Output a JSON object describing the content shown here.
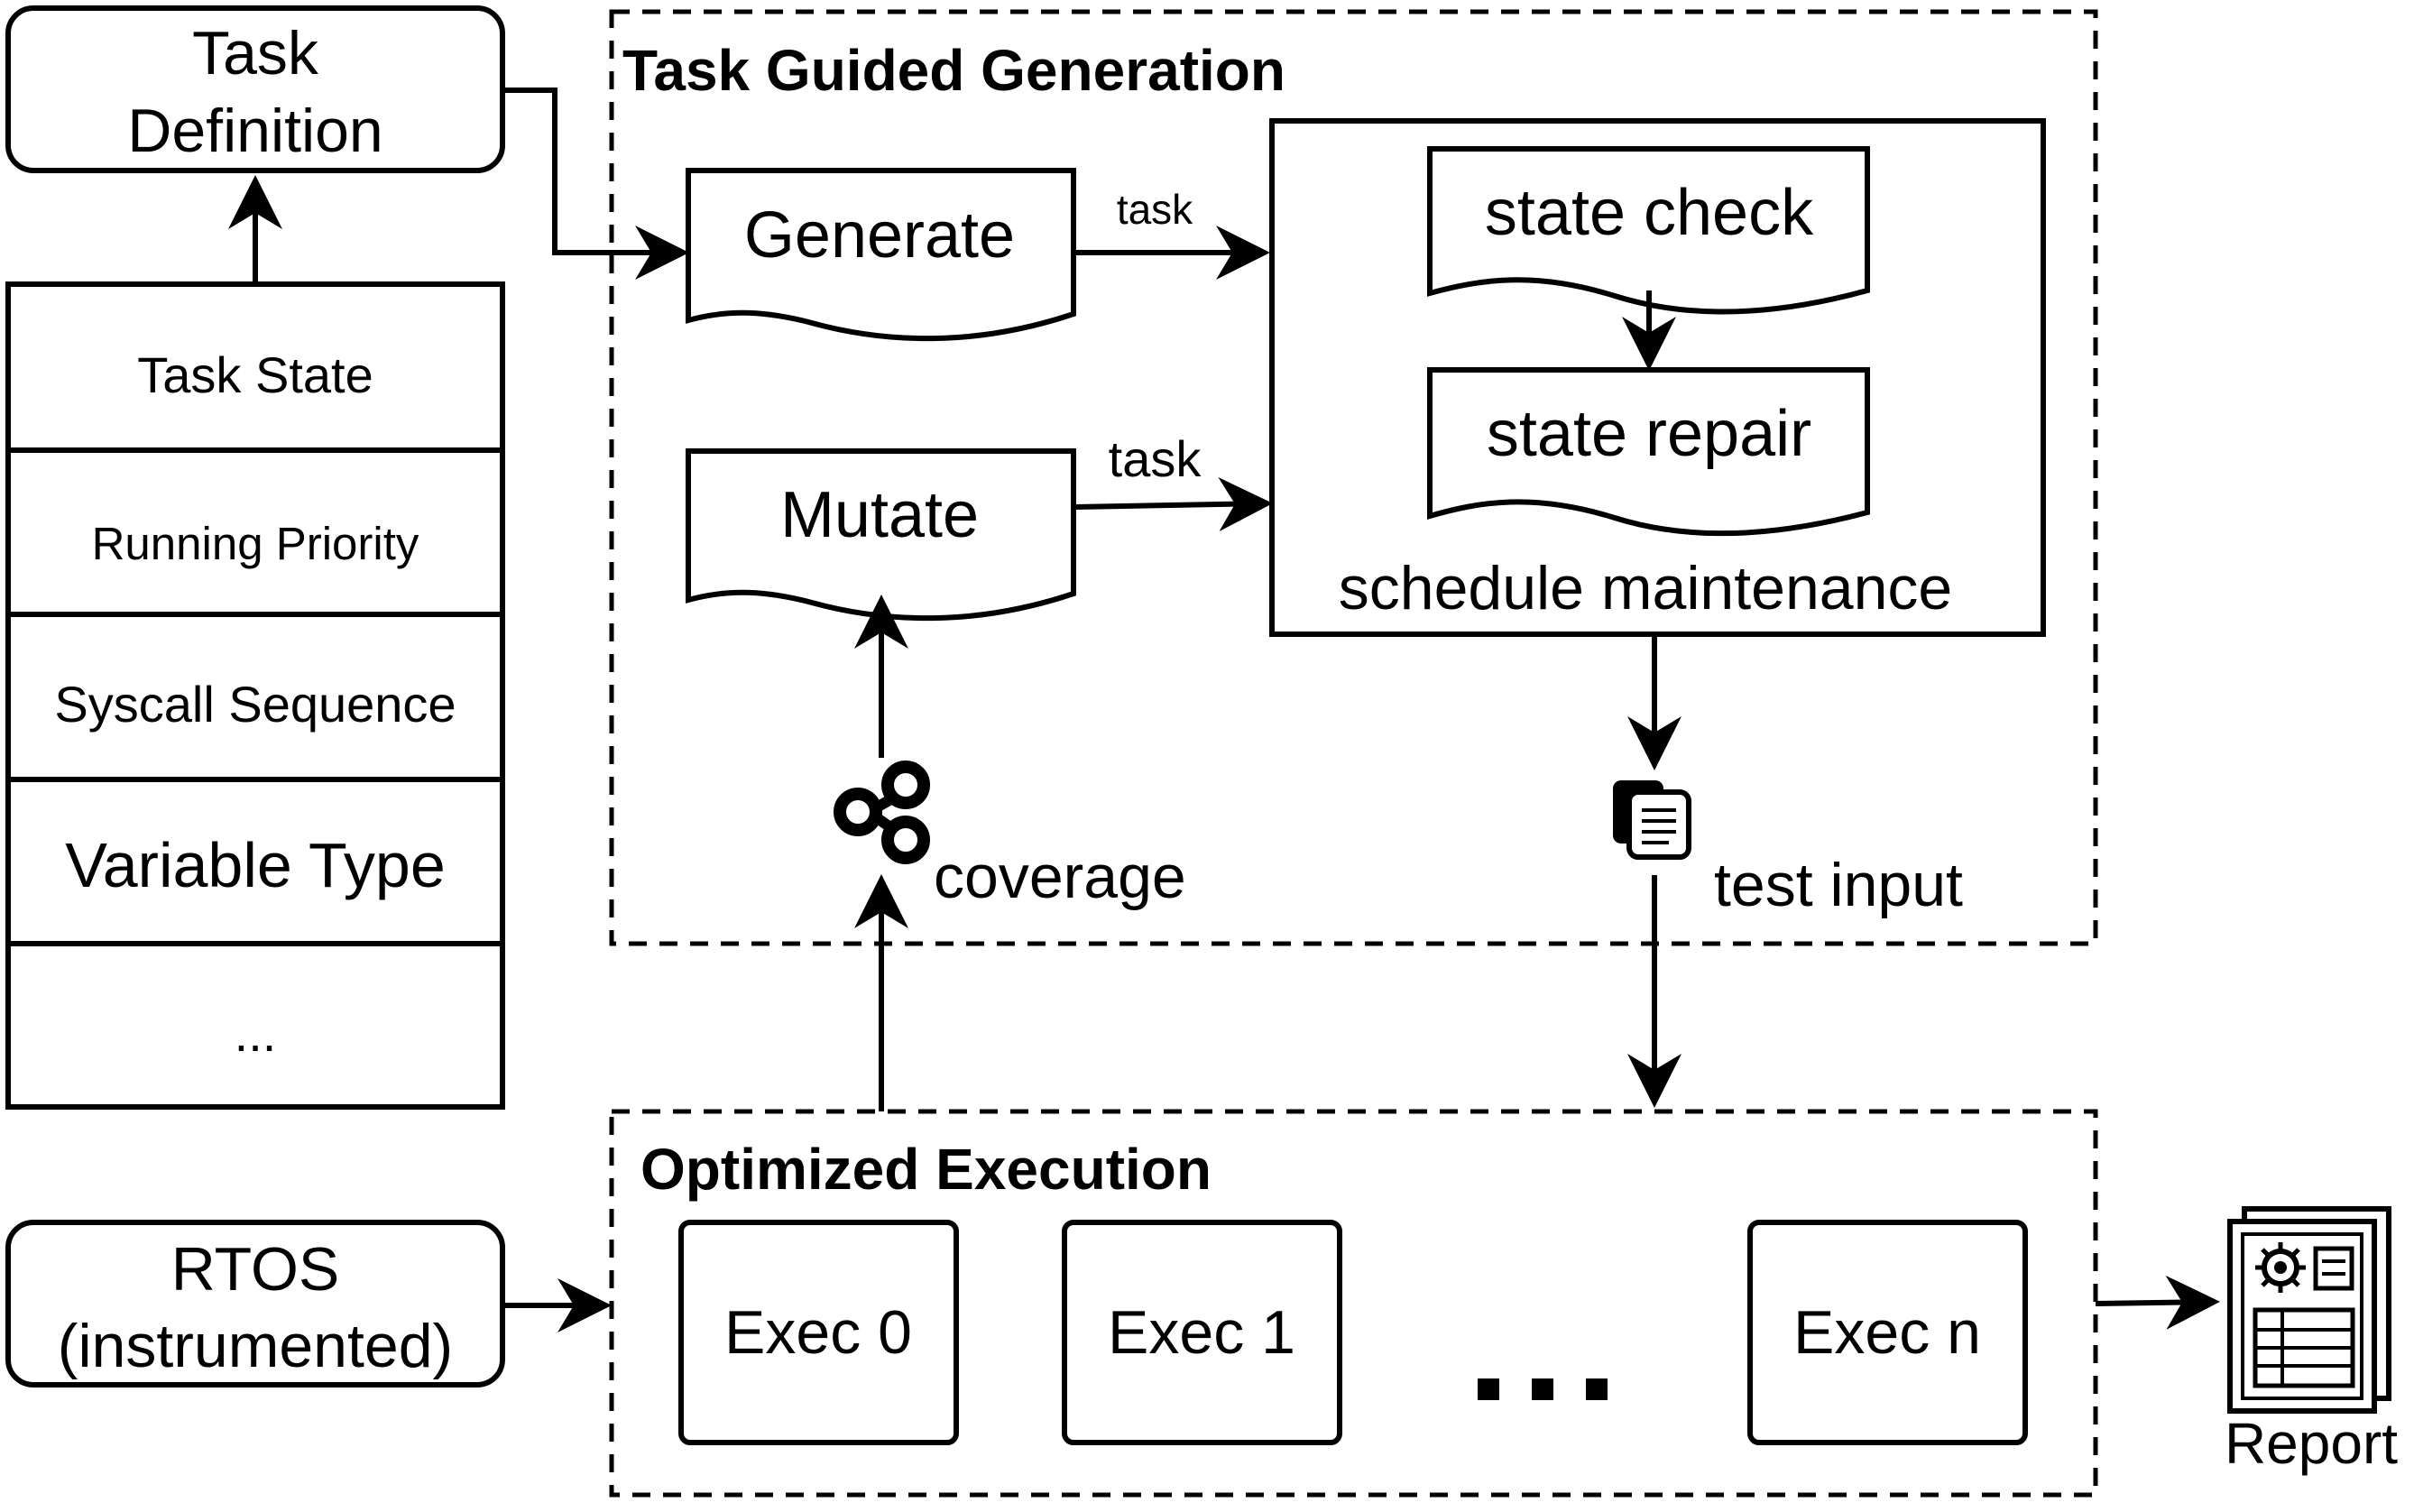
{
  "task_definition": {
    "line1": "Task",
    "line2": "Definition"
  },
  "task_components": {
    "items": [
      "Task State",
      "Running Priority",
      "Syscall Sequence",
      "Variable Type",
      "..."
    ]
  },
  "task_guided_generation": {
    "title": "Task Guided Generation",
    "generate_label": "Generate",
    "mutate_label": "Mutate",
    "task_edge_top": "task",
    "task_edge_bottom": "task",
    "state_check_label": "state check",
    "state_repair_label": "state repair",
    "schedule_maintenance_label": "schedule maintenance",
    "coverage_label": "coverage",
    "test_input_label": "test input"
  },
  "rtos": {
    "line1": "RTOS",
    "line2": "(instrumented)"
  },
  "optimized_execution": {
    "title": "Optimized Execution",
    "exec_labels": [
      "Exec 0",
      "Exec 1",
      "Exec n"
    ],
    "ellipsis": "..."
  },
  "report": {
    "label": "Report"
  },
  "icons": {
    "coverage": "share-nodes-icon",
    "test_input": "documents-icon",
    "report": "bug-report-icon"
  }
}
